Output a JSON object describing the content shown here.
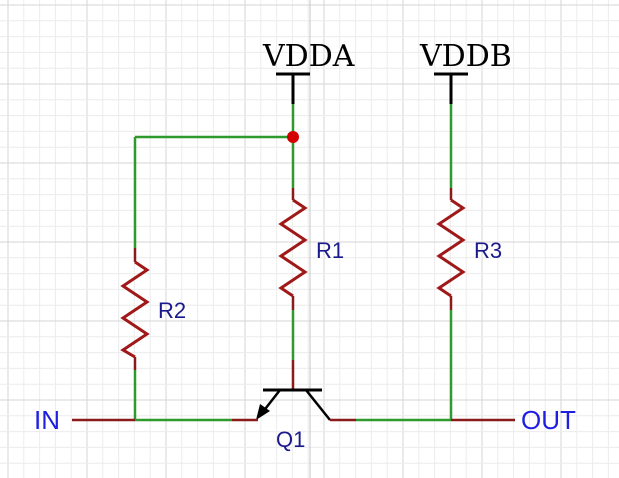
{
  "schematic": {
    "power": {
      "vdda": "VDDA",
      "vddb": "VDDB"
    },
    "resistors": {
      "r1": "R1",
      "r2": "R2",
      "r3": "R3"
    },
    "transistor": {
      "q1": "Q1"
    },
    "nets": {
      "input": "IN",
      "output": "OUT"
    }
  },
  "colors": {
    "wire": "#2e9a2e",
    "pin": "#8b1a1a",
    "resistor": "#a01818",
    "power_rail": "#000000",
    "junction": "#d40000",
    "label_text": "#1a1a8c",
    "net_text": "#1f1fe0",
    "grid_minor": "#ececec",
    "grid_major": "#d6d6d6"
  }
}
